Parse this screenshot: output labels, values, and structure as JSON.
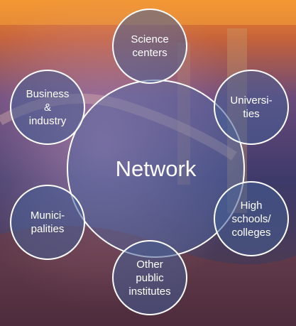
{
  "diagram": {
    "center": {
      "label": "Network"
    },
    "nodes": [
      {
        "id": "science-centers",
        "label": "Science\ncenters"
      },
      {
        "id": "universities",
        "label": "Universi-\nties"
      },
      {
        "id": "high-schools",
        "label": "High\nschools/\ncolleges"
      },
      {
        "id": "other-public",
        "label": "Other\npublic\ninstitutes"
      },
      {
        "id": "municipalities",
        "label": "Munici-\npalities"
      },
      {
        "id": "business",
        "label": "Business\n&\nindustry"
      }
    ]
  },
  "colors": {
    "node_fill": "#465f96",
    "node_stroke": "#ffffff",
    "text": "#ffffff"
  }
}
